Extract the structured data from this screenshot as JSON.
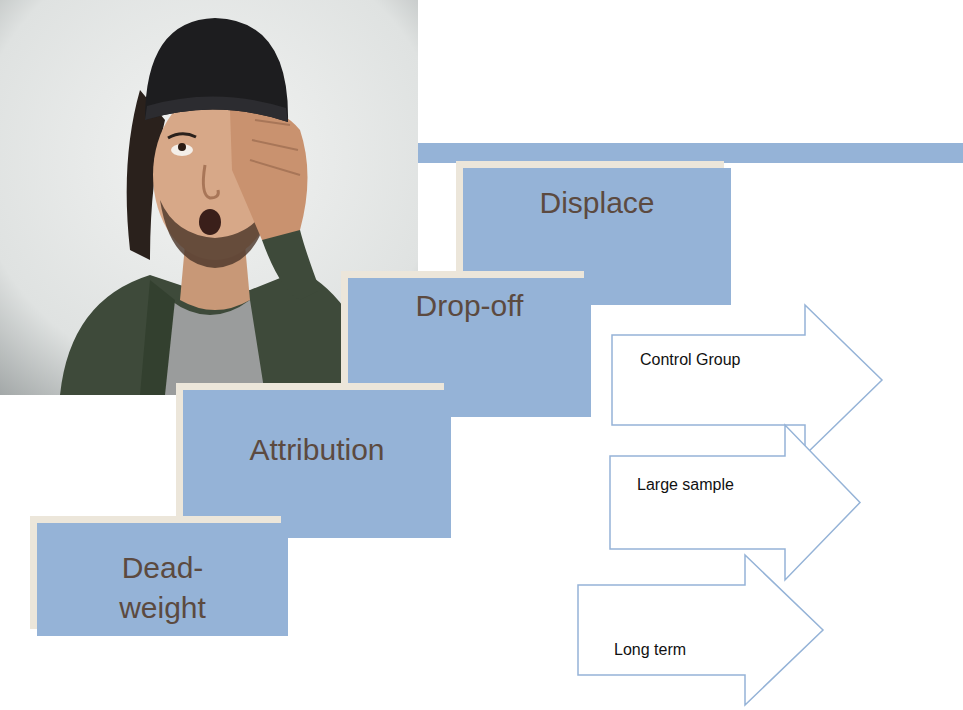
{
  "diagram": {
    "nodes": [
      {
        "text": [
          "Displace"
        ]
      },
      {
        "text": [
          "Drop-off"
        ]
      },
      {
        "text": [
          "Attribution"
        ]
      },
      {
        "text": [
          "Dead- weight"
        ]
      },
      {
        "text": [
          "Control Group"
        ]
      },
      {
        "text": [
          "Large sample"
        ]
      },
      {
        "text": [
          "Long term"
        ]
      }
    ]
  }
}
